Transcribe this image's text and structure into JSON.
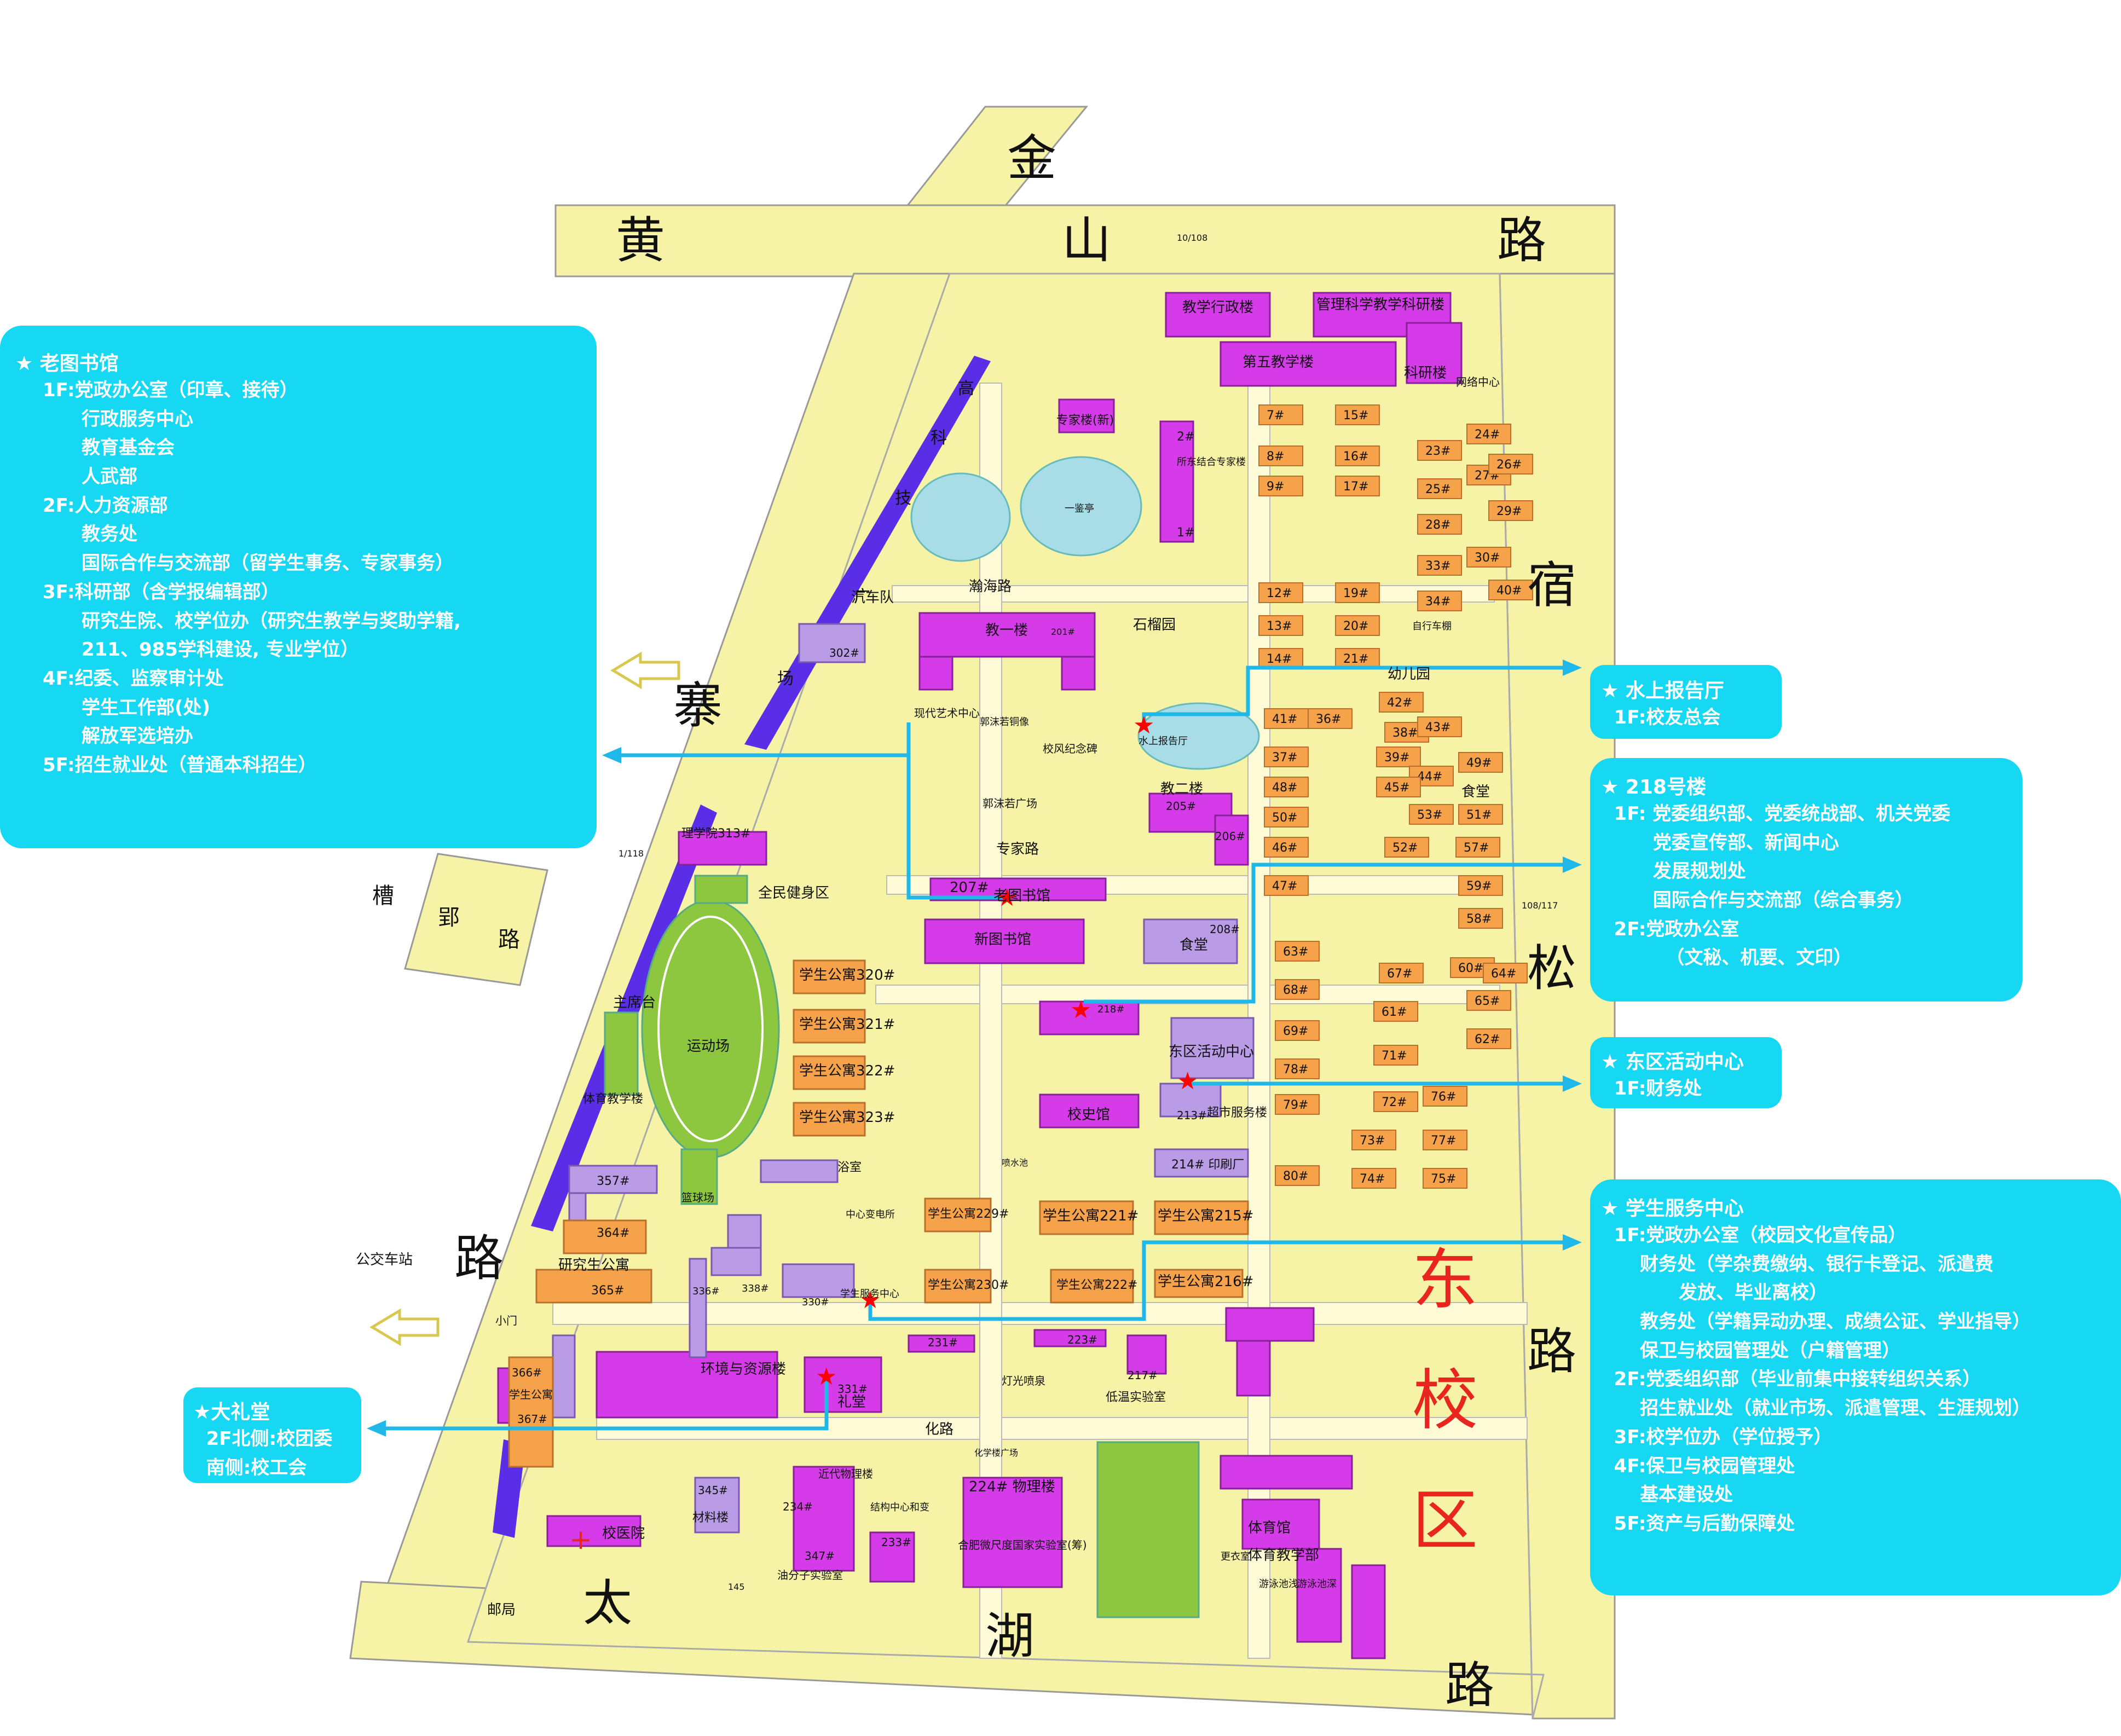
{
  "roads": {
    "top": [
      "金",
      "黄",
      "山",
      "路"
    ],
    "left": [
      "寨",
      "路",
      "高",
      "科",
      "技",
      "广",
      "场"
    ],
    "bottom": [
      "太",
      "湖",
      "路"
    ],
    "right": [
      "宿",
      "松",
      "路"
    ],
    "west": [
      "槽",
      "郢",
      "路"
    ],
    "inner_n": "瀚海路",
    "inner_mid": "专家路",
    "inner_s": "化路"
  },
  "district": [
    "东",
    "校",
    "区"
  ],
  "colors": {
    "road": "#f7f3a6",
    "campus": "#f7f3a6",
    "purple": "#d53be8",
    "orange": "#f5a24b",
    "lav": "#b99be6",
    "green": "#8dc63f",
    "pond": "#a8dde8",
    "panel": "#17d8f3",
    "arrow": "#1fb8e8",
    "star": "#ff0000",
    "district_text": "#e8261f"
  },
  "buildings": {
    "b1": "教学行政楼",
    "b2": "管理科学教学科研楼",
    "b3": "第五教学楼",
    "b4": "科研楼",
    "b5": "网络中心",
    "b6": "专家楼(新)",
    "b7": "一鉴亭",
    "b8": "汽车队",
    "b9": "302#",
    "b10": "教一楼",
    "b11": "201#",
    "b12": "石榴园",
    "b13": "现代艺术中心",
    "b14": "郭沫若铜像",
    "b15": "校风纪念碑",
    "b16": "郭沫若广场",
    "b17": "水上报告厅",
    "b18": "教二楼",
    "b19": "205#",
    "b20": "206#",
    "b21": "207#",
    "b22": "老图书馆",
    "b23": "新图书馆",
    "b24": "食堂",
    "b25": "208#",
    "b26": "理学院313#",
    "b27": "全民健身区",
    "b28": "主席台",
    "b29": "运动场",
    "b30": "体育教学楼",
    "b31": "学生公寓320#",
    "b32": "学生公寓321#",
    "b33": "学生公寓322#",
    "b34": "学生公寓323#",
    "b35": "218#",
    "b36": "东区活动中心",
    "b37": "校史馆",
    "b38": "超市服务楼",
    "b39": "213#",
    "b40": "214# 印刷厂",
    "b41": "学生公寓229#",
    "b42": "学生公寓221#",
    "b43": "学生公寓215#",
    "b44": "学生公寓230#",
    "b45": "学生公寓222#",
    "b46": "学生公寓216#",
    "b47": "357#",
    "b48": "篮球场",
    "b49": "364#",
    "b50": "研究生公寓",
    "b51": "365#",
    "b52": "浴室",
    "b53": "中心变电所",
    "b54": "学生服务中心",
    "b55": "环境与资源楼",
    "b56": "331#",
    "b57": "礼堂",
    "b58": "366#",
    "b59": "学生公寓",
    "b60": "367#",
    "b61": "231#",
    "b62": "223#",
    "b63": "217#",
    "b64": "低温实验室",
    "b65": "灯光喷泉",
    "b66": "校医院",
    "b67": "345#",
    "b68": "材料楼",
    "b69": "近代物理楼",
    "b70": "结构中心和变",
    "b71": "233#",
    "b72": "234#",
    "b73": "347#",
    "b74": "油分子实验室",
    "b75": "224# 物理楼",
    "b76": "合肥微尺度国家实验室(筹)",
    "b77": "体育馆",
    "b78": "体育教学部",
    "b79": "游泳池浅",
    "b80": "游泳池深",
    "b81": "更衣室",
    "b82": "公交车站",
    "b83": "邮局",
    "b84": "幼儿园",
    "b85": "食堂",
    "b86": "自行车棚",
    "b87": "所东结合专家楼",
    "b88": "2#",
    "b89": "1#",
    "b90": "338#",
    "b91": "330#",
    "b92": "336#",
    "b93": "小门"
  },
  "dorms": [
    "7#",
    "15#",
    "8#",
    "16#",
    "9#",
    "17#",
    "12#",
    "19#",
    "13#",
    "20#",
    "14#",
    "21#",
    "23#",
    "24#",
    "25#",
    "27#",
    "26#",
    "28#",
    "29#",
    "33#",
    "30#",
    "34#",
    "40#",
    "41#",
    "36#",
    "42#",
    "37#",
    "38#",
    "43#",
    "48#",
    "39#",
    "44#",
    "49#",
    "50#",
    "45#",
    "53#",
    "51#",
    "46#",
    "52#",
    "57#",
    "47#",
    "59#",
    "58#",
    "63#",
    "67#",
    "60#",
    "64#",
    "68#",
    "61#",
    "65#",
    "69#",
    "71#",
    "62#",
    "78#",
    "72#",
    "76#",
    "79#",
    "73#",
    "77#",
    "80#",
    "74#",
    "75#"
  ],
  "small": {
    "s1": "10/108",
    "s2": "1/118",
    "s3": "108/117",
    "s4": "145",
    "s5": "化学楼广场",
    "s6": "喷水池"
  },
  "panels": {
    "lib": {
      "title": "★ 老图书馆",
      "lines": [
        "1F:党政办公室（印章、接待）",
        "      行政服务中心",
        "      教育基金会",
        "      人武部",
        "2F:人力资源部",
        "      教务处",
        "      国际合作与交流部（留学生事务、专家事务）",
        "3F:科研部（含学报编辑部）",
        "      研究生院、校学位办（研究生教学与奖助学籍,",
        "      211、985学科建设, 专业学位）",
        "4F:纪委、监察审计处",
        "      学生工作部(处)",
        "      解放军选培办",
        "5F:招生就业处（普通本科招生）"
      ]
    },
    "water": {
      "title": "★ 水上报告厅",
      "lines": [
        "  1F:校友总会"
      ]
    },
    "b218": {
      "title": "★ 218号楼",
      "lines": [
        "  1F: 党委组织部、党委统战部、机关党委",
        "        党委宣传部、新闻中心",
        "        发展规划处",
        "        国际合作与交流部（综合事务）",
        "  2F:党政办公室",
        "          （文秘、机要、文印）"
      ]
    },
    "east": {
      "title": "★ 东区活动中心",
      "lines": [
        "  1F:财务处"
      ]
    },
    "svc": {
      "title": "★ 学生服务中心",
      "lines": [
        "  1F:党政办公室（校园文化宣传品）",
        "      财务处（学杂费缴纳、银行卡登记、派遣费",
        "            发放、毕业离校）",
        "      教务处（学籍异动办理、成绩公证、学业指导）",
        "      保卫与校园管理处（户籍管理）",
        "  2F:党委组织部（毕业前集中接转组织关系）",
        "      招生就业处（就业市场、派遣管理、生涯规划）",
        "  3F:校学位办（学位授予）",
        "  4F:保卫与校园管理处",
        "      基本建设处",
        "  5F:资产与后勤保障处"
      ]
    },
    "hall": {
      "title": "★大礼堂",
      "lines": [
        "  2F北侧:校团委",
        "  南侧:校工会"
      ]
    }
  }
}
